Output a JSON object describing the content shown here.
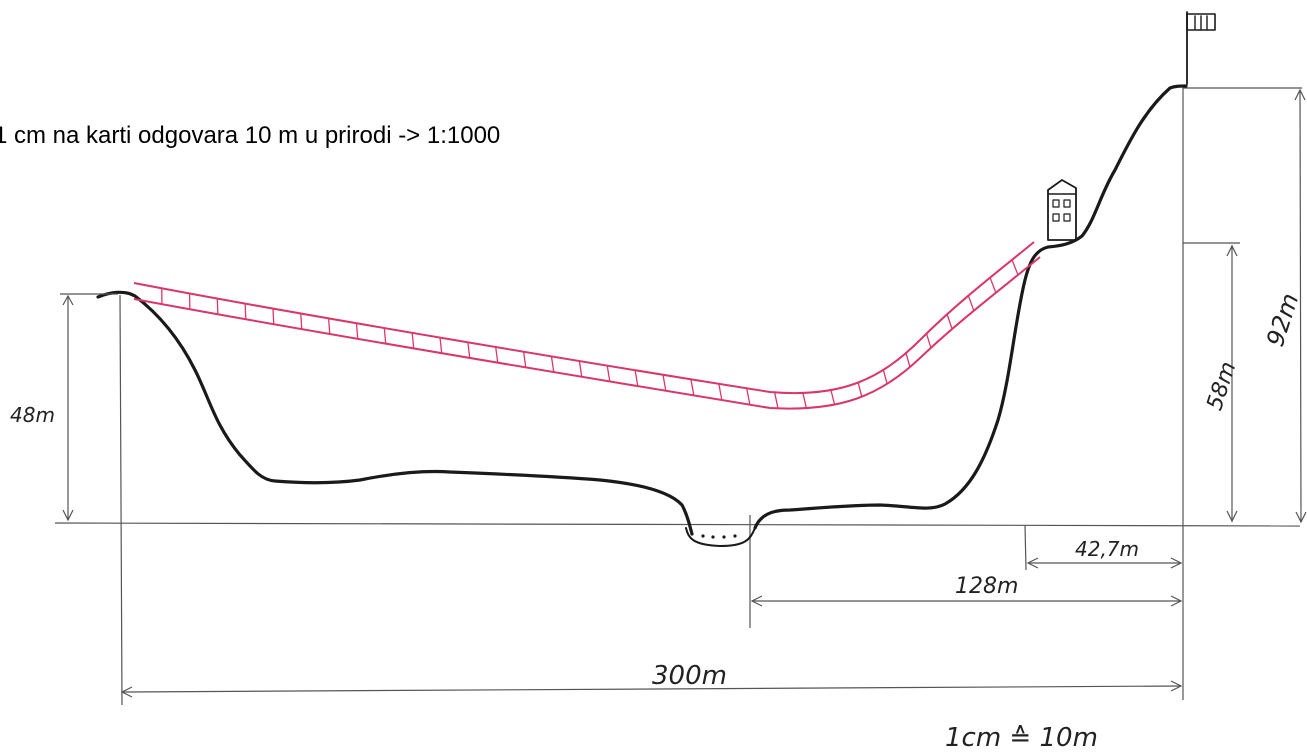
{
  "scale_text": "1 cm na karti odgovara 10 m u prirodi -> 1:1000",
  "labels": {
    "left_height": "48m",
    "house_height": "58m",
    "right_height": "92m",
    "dist_short": "42,7m",
    "dist_mid": "128m",
    "dist_total": "300m",
    "legend": "1cm ≙ 10m"
  },
  "colors": {
    "terrain": "#1a1a1a",
    "bridge": "#d9376a",
    "guides": "#555555"
  },
  "icons": [
    "house-icon",
    "flag-icon",
    "river-icon"
  ]
}
